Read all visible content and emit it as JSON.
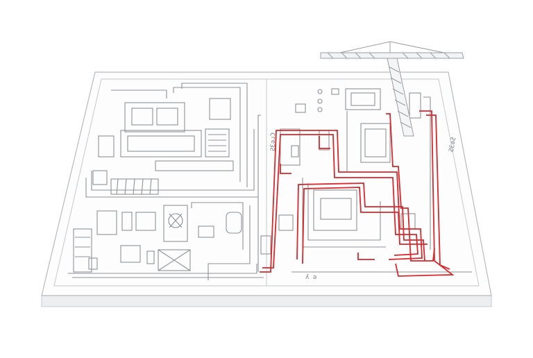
{
  "colors": {
    "background": "#ffffff",
    "board_top": "#fdfdfd",
    "board_edge": "#e9eaec",
    "linework": "#8d9196",
    "linework_light": "#b9bdc2",
    "routing": "#d8282b",
    "crane": "#9a9da2"
  },
  "labels": {
    "center_label": "ƧƐǝɹƆ",
    "right_label": "ƧƐǝƧ",
    "bottom_mark": "ʎ ǝ"
  },
  "elements": {
    "board": "blueprint-board",
    "crane": "tower-crane",
    "routing": "red-routing-lines"
  }
}
